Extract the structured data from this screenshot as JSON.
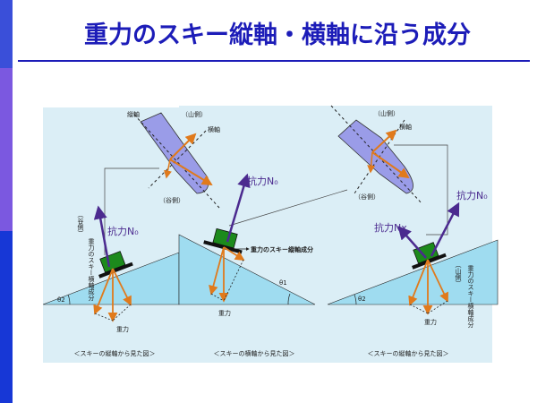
{
  "title": "重力のスキー縦軸・横軸に沿う成分",
  "colors": {
    "sidebar_top": "#3a4fd9",
    "sidebar_mid": "#7b58e0",
    "sidebar_bottom": "#1737d6",
    "title": "#1c1cb8",
    "slope": "#9fdcf0",
    "panel": "#dbeef6",
    "ski": "#9a9ce8",
    "force_arrow": "#e07a1c",
    "normal_arrow": "#4b2a8f",
    "boot": "#1c8a1c"
  },
  "icons": {
    "boot": "ski-boot-icon",
    "ski": "ski-shape-icon"
  },
  "labels": {
    "longitudinal_axis": "縦軸",
    "lateral_axis": "横軸",
    "mountain_side": "（山側）",
    "valley_side": "（谷側）",
    "normal_force_n0": "抗力N₀",
    "normal_force_nx": "抗力Nx",
    "gravity": "重力",
    "gravity_lateral_component": "重力のスキー横軸成分",
    "gravity_longitudinal_component": "重力のスキー縦軸成分",
    "valley_side_vertical": "（谷側）",
    "mountain_side_vertical": "（山側）",
    "theta1": "θ1",
    "theta2": "θ2"
  },
  "captions": {
    "left": "＜スキーの縦軸から見た図＞",
    "center": "＜スキーの横軸から見た図＞",
    "right": "＜スキーの縦軸から見た図＞"
  }
}
